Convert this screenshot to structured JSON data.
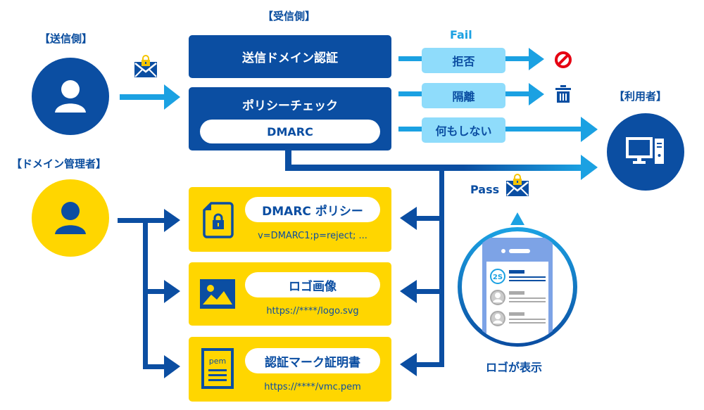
{
  "diagram": {
    "sender": {
      "label": "【送信側】",
      "icon": "person-icon"
    },
    "receiver": {
      "label": "【受信側】",
      "auth_box": "送信ドメイン認証",
      "policy_box": "ポリシーチェック",
      "dmarc_pill": "DMARC"
    },
    "fail": {
      "label": "Fail",
      "actions": [
        {
          "label": "拒否",
          "result_icon": "prohibited-icon"
        },
        {
          "label": "隔離",
          "result_icon": "trash-icon"
        },
        {
          "label": "何もしない",
          "result_icon": "arrow-to-user"
        }
      ]
    },
    "user": {
      "label": "【利用者】",
      "icon": "desktop-computer-icon"
    },
    "domain_admin": {
      "label": "【ドメイン管理者】",
      "icon": "person-icon"
    },
    "resources": [
      {
        "title": "DMARC ポリシー",
        "detail": "v=DMARC1;p=reject; ...",
        "icon": "locked-file-icon"
      },
      {
        "title": "ロゴ画像",
        "detail": "https://****/logo.svg",
        "icon": "image-icon"
      },
      {
        "title": "認証マーク証明書",
        "detail": "https://****/vmc.pem",
        "icon": "pem-document-icon",
        "icon_text": "pem"
      }
    ],
    "pass": {
      "label": "Pass",
      "icon": "locked-mail-icon"
    },
    "logo_display": {
      "caption": "ロゴが表示",
      "logo_text": "2S"
    },
    "colors": {
      "dark_blue": "#0b4ea2",
      "light_blue": "#1ba1e2",
      "pale_blue": "#8fdcfb",
      "yellow": "#ffd600",
      "red": "#e60012"
    }
  }
}
